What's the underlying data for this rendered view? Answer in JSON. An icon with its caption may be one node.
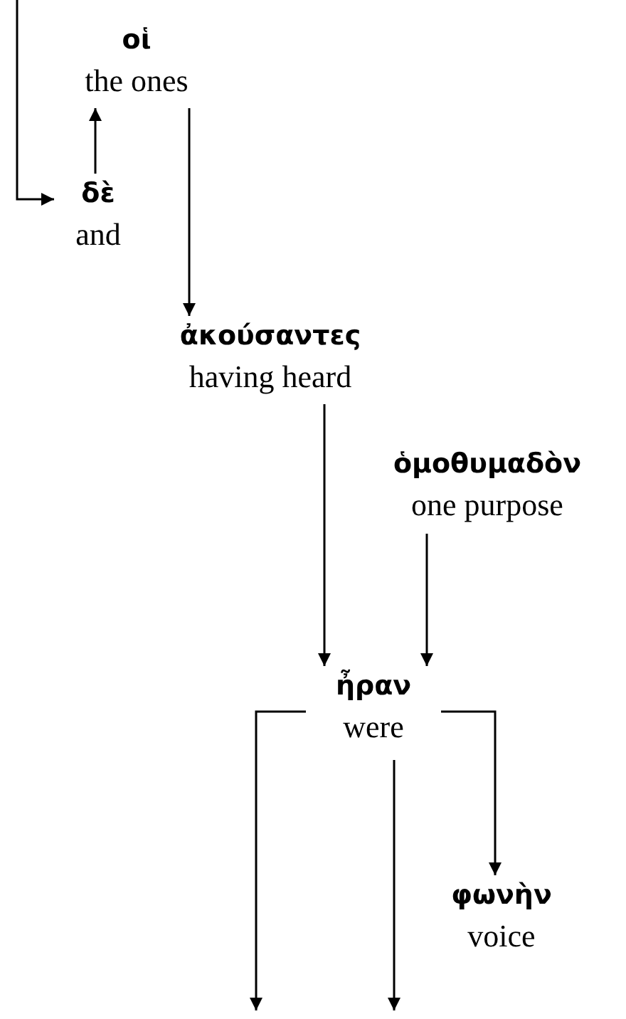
{
  "diagram": {
    "nodes": [
      {
        "text": [
          "οἱ",
          "the ones"
        ]
      },
      {
        "text": [
          "δὲ",
          "and"
        ]
      },
      {
        "text": [
          "ἀκούσαντες",
          "having heard"
        ]
      },
      {
        "text": [
          "ὁμοθυμαδὸν",
          "one purpose"
        ]
      },
      {
        "text": [
          "ἦραν",
          "were"
        ]
      },
      {
        "text": [
          "φωνὴν",
          "voice"
        ]
      }
    ],
    "edges": [
      {
        "from": null,
        "to": 1,
        "arrow": "to"
      },
      {
        "from": 1,
        "to": 0,
        "arrow": "to"
      },
      {
        "from": 0,
        "to": 2,
        "arrow": "to"
      },
      {
        "from": 2,
        "to": 4,
        "arrow": "to"
      },
      {
        "from": 3,
        "to": 4,
        "arrow": "to"
      },
      {
        "from": 4,
        "to": null,
        "arrow": "to"
      },
      {
        "from": 4,
        "to": null,
        "arrow": "to"
      },
      {
        "from": 4,
        "to": 5,
        "arrow": "to"
      }
    ]
  }
}
